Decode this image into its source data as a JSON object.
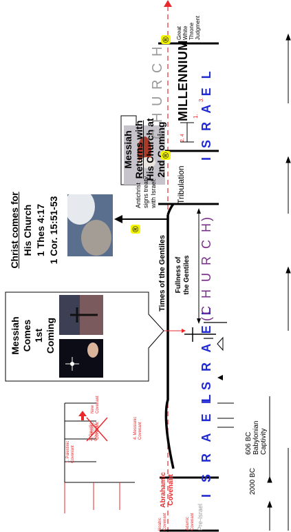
{
  "labels": {
    "great_white_throne": [
      "Great",
      "White",
      "Throne",
      "Judgment"
    ],
    "church_top": "C H U R C H",
    "millennium": "MILLENNIUM",
    "israel_right": "I S R A E L",
    "israel_mid": "I S R A E L",
    "israel_left": "I S R A E L",
    "church_paren": "(C H U R C H)",
    "tribulation": "Tribulation",
    "antichrist": [
      "Antichrist",
      "signs treaty",
      "with Israel."
    ],
    "times_of_gentiles": "Times of the Gentiles",
    "fullness": [
      "Fullness of",
      "the Gentiles"
    ],
    "millennium_num_1": "1.",
    "millennium_num_3": "3.",
    "millennium_num_24": "2, 4",
    "date_606": [
      "606 BC",
      "Babylonian",
      "Captivity"
    ],
    "date_2000": "2000 BC",
    "abrahamic": [
      "Abrahamic",
      "Covenant"
    ],
    "noahic": [
      "Noahic",
      "Covenant"
    ],
    "adamic": [
      "Adamic",
      "Covenant"
    ],
    "pre_israel": "Pre-Israel",
    "covenants": [
      [
        "1. Palestinic",
        "Covenant"
      ],
      [
        "2. Davidic",
        "Covenant"
      ],
      [
        "3. Mosaic",
        "Covenant"
      ],
      [
        "4. Messianic",
        "Covenant"
      ]
    ],
    "new_covenant": [
      "New",
      "Covenant"
    ],
    "rapture_symbol": "®"
  },
  "boxes": {
    "messiah_returns": [
      "Messiah",
      "Returns with",
      "His Church at",
      "2nd Coming"
    ],
    "christ_comes": [
      "Christ comes for",
      "His Church",
      "1 Thes 4:17",
      "1 Cor. 15:51-53"
    ],
    "messiah_comes": [
      "Messiah",
      "Comes",
      "1st",
      "Coming"
    ]
  },
  "colors": {
    "red": "#e8282b",
    "blue": "#1f2ad6",
    "purple": "#7a2c8a",
    "gray": "#9a9a9a",
    "yellow": "#f5f500",
    "black": "#000000"
  }
}
